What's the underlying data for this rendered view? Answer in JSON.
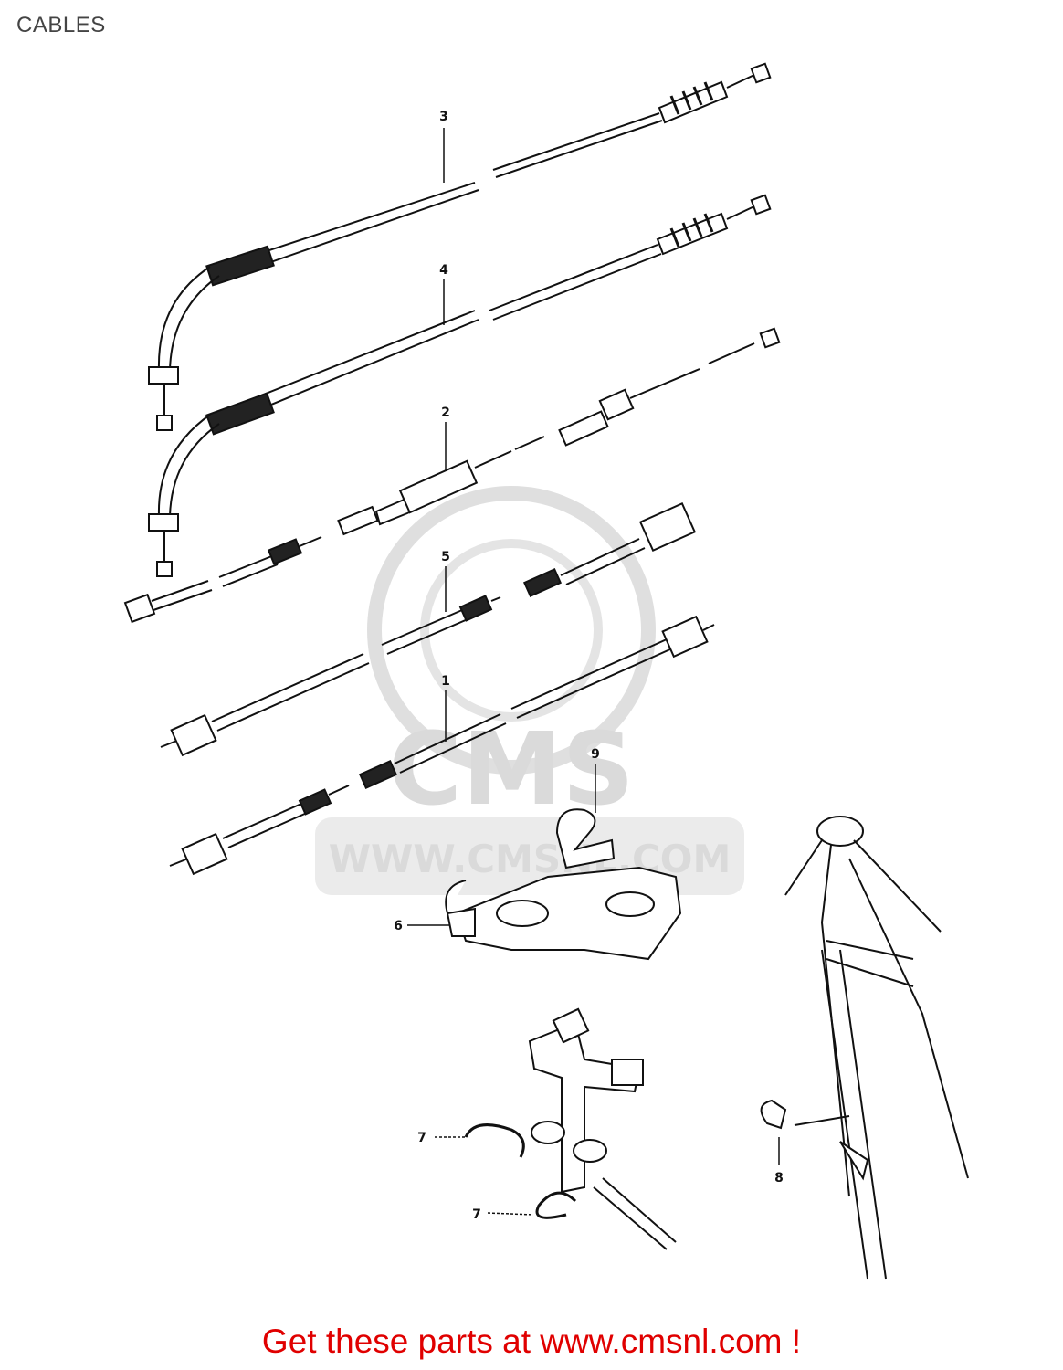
{
  "title": "CABLES",
  "footer": {
    "link_text": "Get these parts at www.cmsnl.com !",
    "color": "#e00000"
  },
  "watermark": {
    "brand": "CMS",
    "url": "WWW.CMSNL.COM",
    "color": "#d6d6d6"
  },
  "diagram": {
    "callouts": [
      {
        "id": "c3",
        "label": "3"
      },
      {
        "id": "c4",
        "label": "4"
      },
      {
        "id": "c2",
        "label": "2"
      },
      {
        "id": "c5",
        "label": "5"
      },
      {
        "id": "c1",
        "label": "1"
      },
      {
        "id": "c9",
        "label": "9"
      },
      {
        "id": "c6",
        "label": "6"
      },
      {
        "id": "c7a",
        "label": "7"
      },
      {
        "id": "c7b",
        "label": "7"
      },
      {
        "id": "c8",
        "label": "8"
      }
    ]
  }
}
